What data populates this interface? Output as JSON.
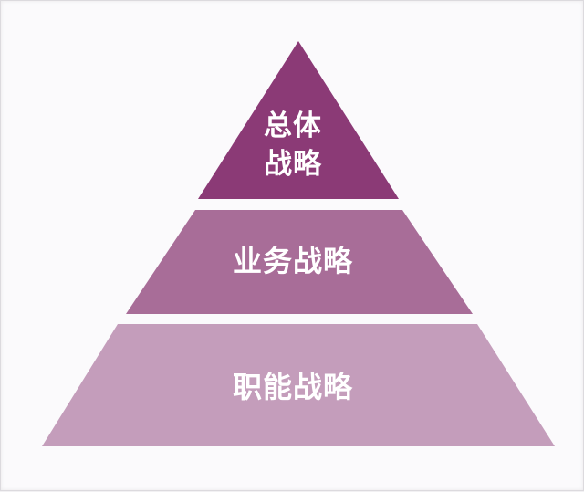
{
  "pyramid": {
    "tiers": [
      {
        "label_line1": "总体",
        "label_line2": "战略",
        "color": "#8b3a76"
      },
      {
        "label": "业务战略",
        "color": "#a86d98"
      },
      {
        "label": "职能战略",
        "color": "#c49dbb"
      }
    ]
  }
}
